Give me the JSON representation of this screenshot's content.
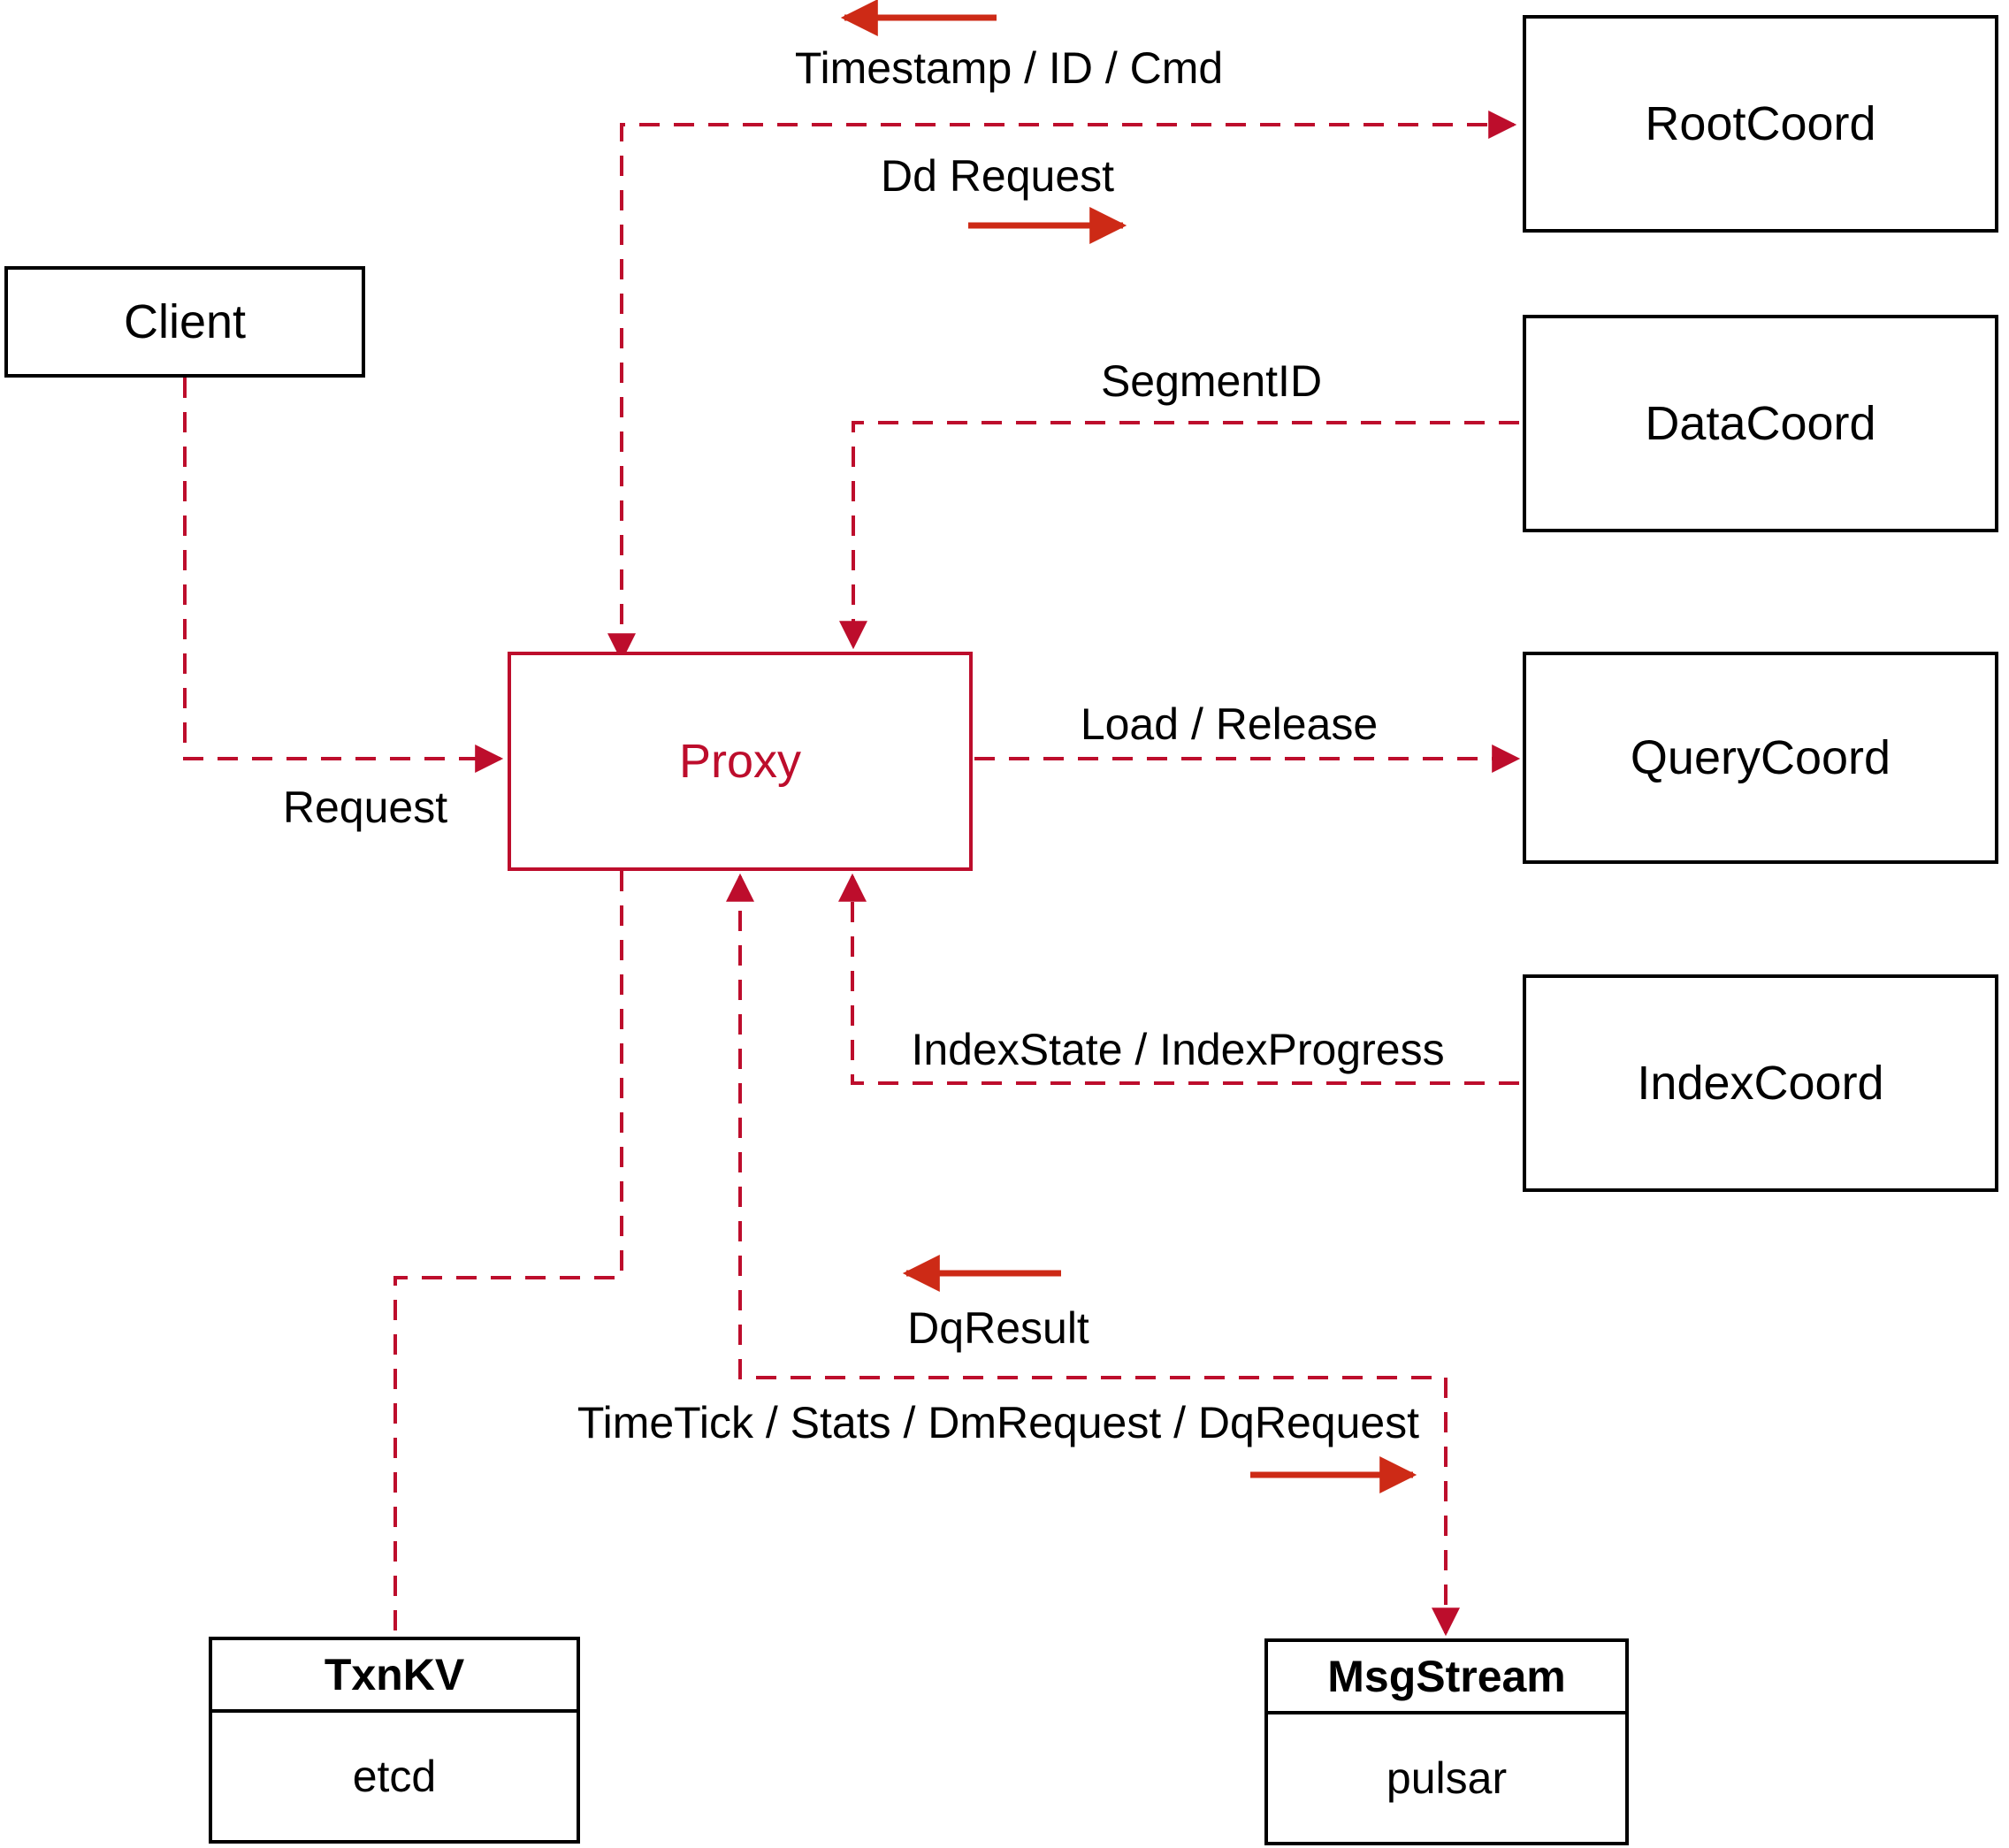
{
  "colors": {
    "dash_red": "#bd0d2c",
    "arrow_red": "#cd2a16",
    "line_black": "#000000",
    "background": "#ffffff"
  },
  "nodes": {
    "client": {
      "label": "Client"
    },
    "proxy": {
      "label": "Proxy"
    },
    "root_coord": {
      "label": "RootCoord"
    },
    "data_coord": {
      "label": "DataCoord"
    },
    "query_coord": {
      "label": "QueryCoord"
    },
    "index_coord": {
      "label": "IndexCoord"
    },
    "txn_kv": {
      "title": "TxnKV",
      "impl": "etcd"
    },
    "msg_stream": {
      "title": "MsgStream",
      "impl": "pulsar"
    }
  },
  "edge_labels": {
    "timestamp": "Timestamp / ID / Cmd",
    "dd_request": "Dd Request",
    "segment_id": "SegmentID",
    "request": "Request",
    "load_release": "Load / Release",
    "index_state": "IndexState / IndexProgress",
    "dq_result": "DqResult",
    "time_tick": "TimeTick / Stats / DmRequest / DqRequest"
  }
}
